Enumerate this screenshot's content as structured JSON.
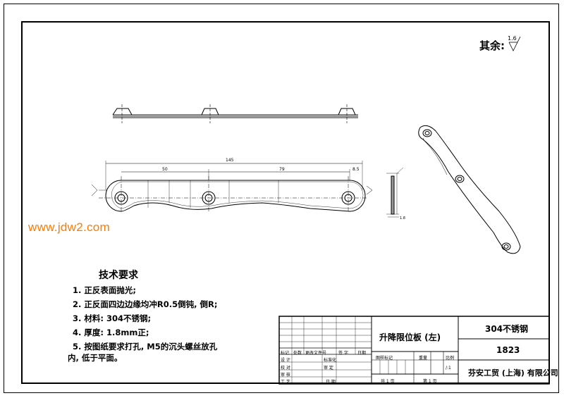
{
  "watermark": "www.jdw2.com",
  "surface": {
    "label": "其余:",
    "value": "1.6"
  },
  "requirements": {
    "title": "技术要求",
    "items": [
      "1. 正反表面抛光;",
      "2. 正反面四边边缘均冲R0.5倒钝, 倒R;",
      "3. 材料: 304不锈钢;",
      "4. 厚度: 1.8mm正;",
      "5. 按图纸要求打孔, M5的沉头螺丝放孔",
      "内, 低于平面。"
    ]
  },
  "dimensions": {
    "overall": "145",
    "d1": "50",
    "d2": "79",
    "d3": "8.5",
    "thick": "1.8"
  },
  "title_block": {
    "part_name": "升降限位板 (左)",
    "material": "304不锈钢",
    "drawing_no": "1823",
    "company": "芬安工贸 (上海) 有限公司",
    "stage_label": "图样标记",
    "weight_label": "重量",
    "scale_label": "比例",
    "scale": "/:1",
    "total_sheets": "共 1 页",
    "sheet_no": "第 1 页",
    "h_mark": "标记",
    "h_count": "处数",
    "h_doc": "更改文件号",
    "h_sign": "签 字",
    "h_date": "日期",
    "design": "设 计",
    "standard": "标准化",
    "check": "校 对",
    "review": "审 定",
    "audit": "审 核",
    "process": "工 艺",
    "date": "日 期"
  }
}
